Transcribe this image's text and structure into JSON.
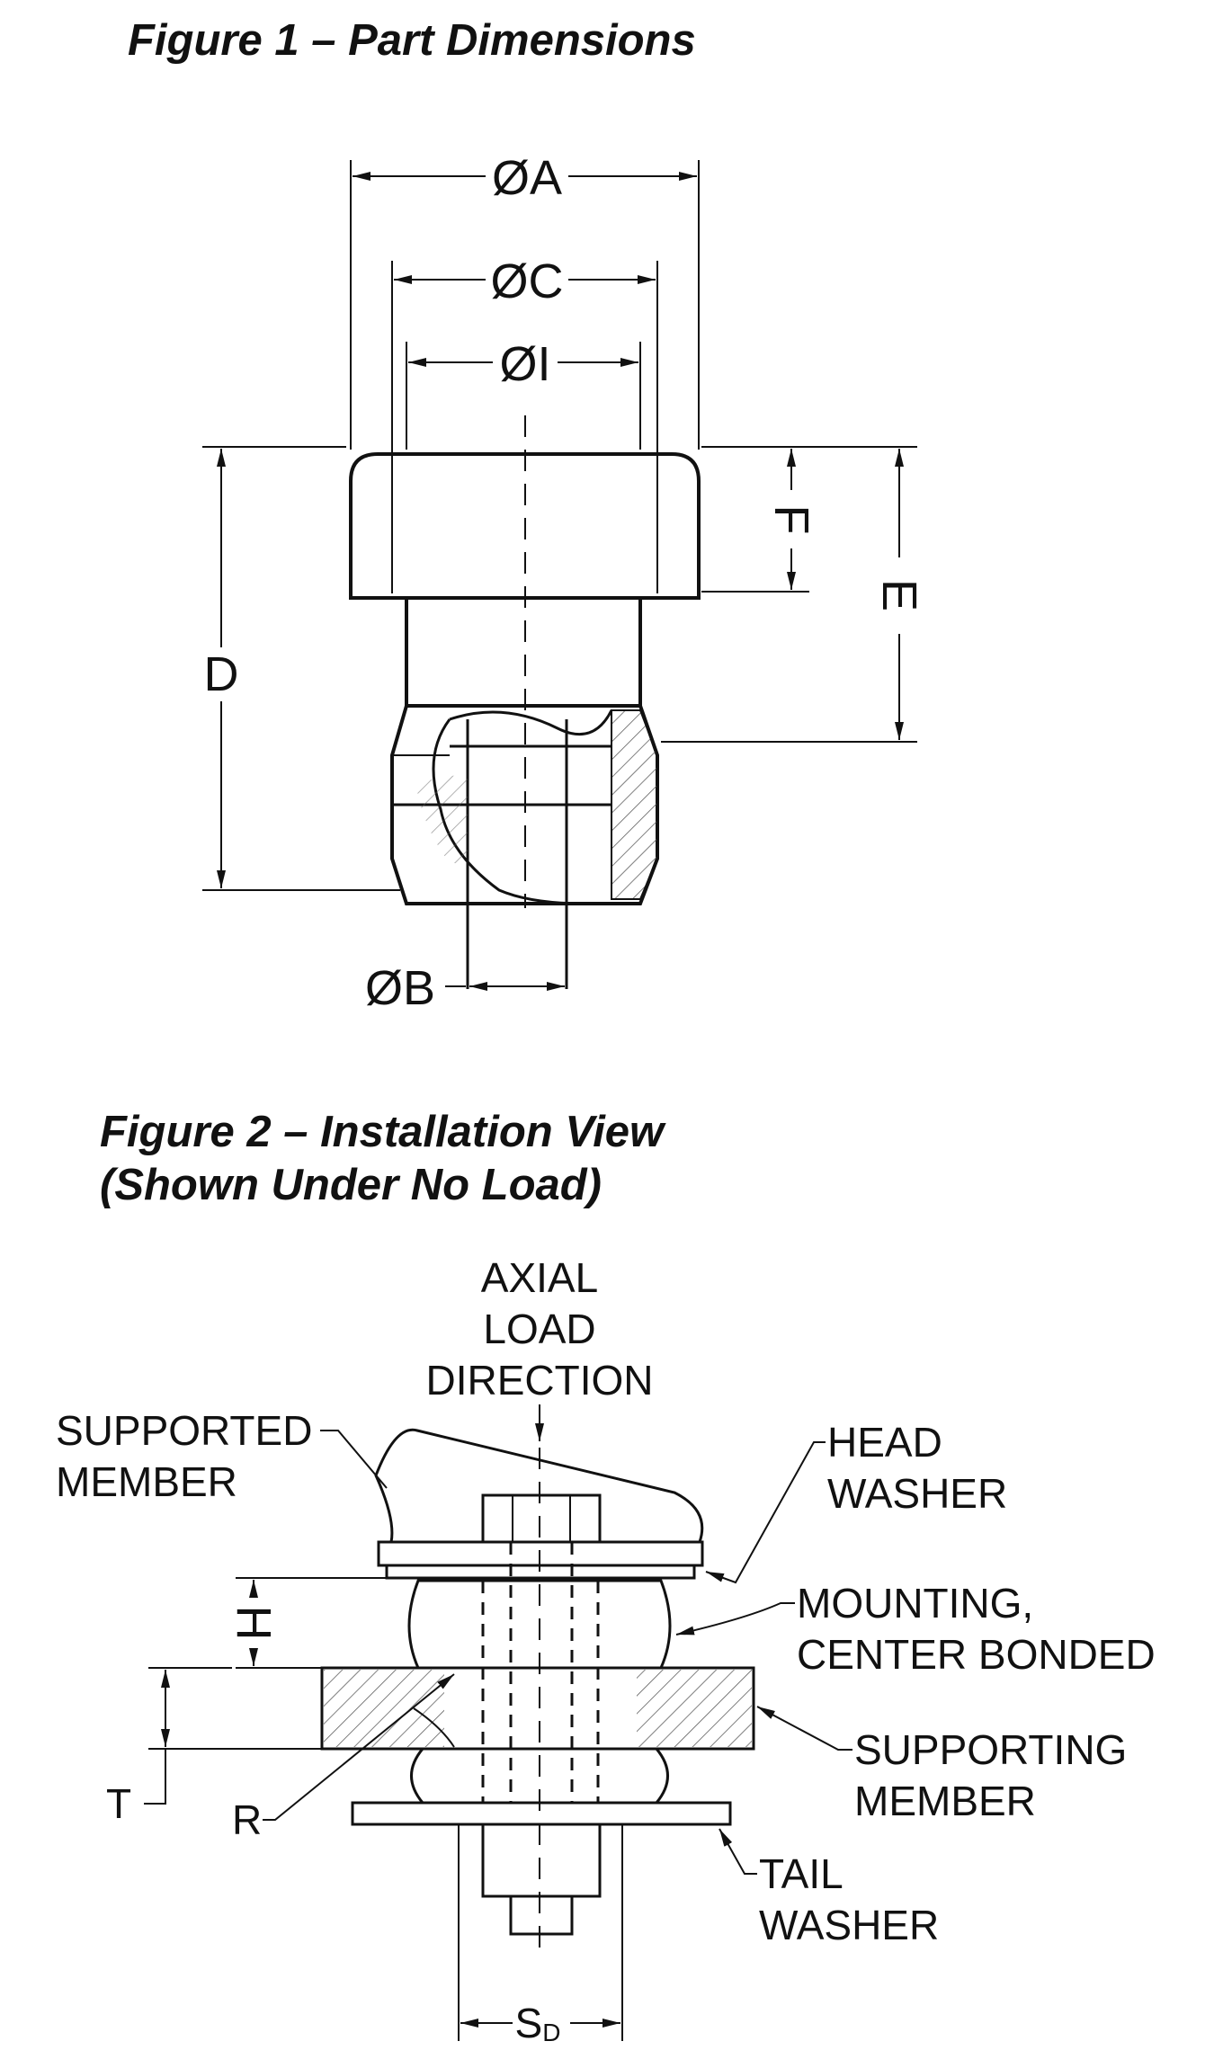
{
  "figure1": {
    "title": "Figure 1 – Part Dimensions",
    "dims": {
      "A": "ØA",
      "C": "ØC",
      "I": "ØI",
      "B": "ØB",
      "D": "D",
      "E": "E",
      "F": "F"
    }
  },
  "figure2": {
    "title_line1": "Figure 2 – Installation View",
    "title_line2": "(Shown Under No Load)",
    "axial": [
      "AXIAL",
      "LOAD",
      "DIRECTION"
    ],
    "supported_member": [
      "SUPPORTED",
      "MEMBER"
    ],
    "head_washer": [
      "HEAD",
      "WASHER"
    ],
    "mounting": [
      "MOUNTING,",
      "CENTER BONDED"
    ],
    "supporting_member": [
      "SUPPORTING",
      "MEMBER"
    ],
    "tail_washer": [
      "TAIL",
      "WASHER"
    ],
    "dims": {
      "H": "H",
      "T": "T",
      "R": "R",
      "S": "S",
      "S_sub": "D"
    }
  }
}
